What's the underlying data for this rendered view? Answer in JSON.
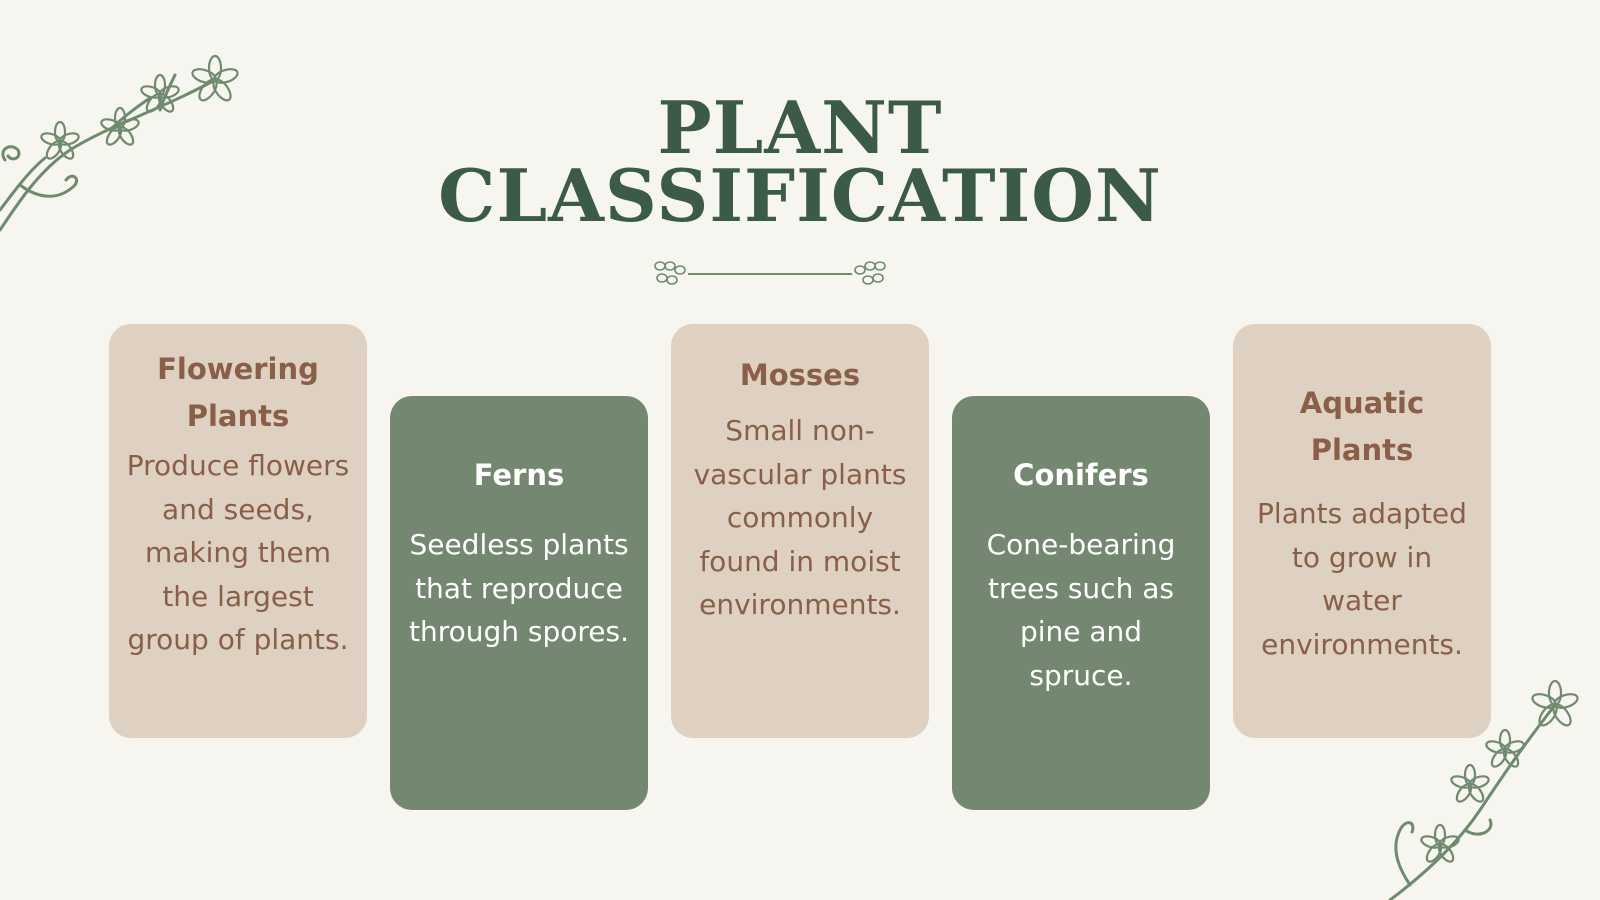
{
  "title": {
    "line1": "PLANT",
    "line2": "CLASSIFICATION"
  },
  "cards": [
    {
      "title": "Flowering Plants",
      "body": "Produce flowers and seeds, making them the largest group of plants."
    },
    {
      "title": "Ferns",
      "body": "Seedless plants that reproduce through spores."
    },
    {
      "title": "Mosses",
      "body": "Small non-vascular plants commonly found in moist environments."
    },
    {
      "title": "Conifers",
      "body": "Cone-bearing trees such as pine and spruce."
    },
    {
      "title": "Aquatic Plants",
      "body": "Plants adapted to grow in water environments."
    }
  ],
  "colors": {
    "background": "#f7f5ef",
    "title": "#3b5b47",
    "tan_card": "#dfd1c1",
    "tan_text": "#8a5f4a",
    "green_card": "#748770",
    "green_text": "#ffffff",
    "vine": "#6f8a6d"
  }
}
